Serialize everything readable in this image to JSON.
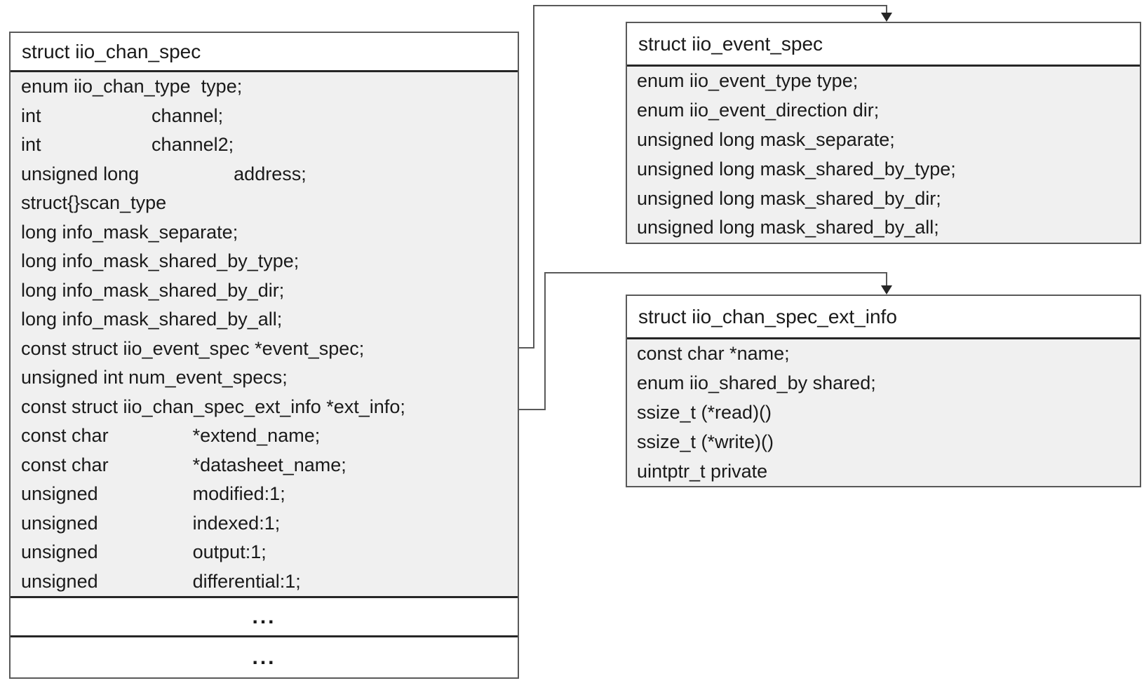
{
  "boxes": [
    {
      "id": "iio_chan_spec",
      "title": "struct iio_chan_spec",
      "fields": [
        "enum iio_chan_type  type;",
        "int                     channel;",
        "int                     channel2;",
        "unsigned long                  address;",
        "struct{}scan_type",
        "long info_mask_separate;",
        "long info_mask_shared_by_type;",
        "long info_mask_shared_by_dir;",
        "long info_mask_shared_by_all;",
        "const struct iio_event_spec *event_spec;",
        "unsigned int num_event_specs;",
        "const struct iio_chan_spec_ext_info *ext_info;",
        "const char                *extend_name;",
        "const char                *datasheet_name;",
        "unsigned                  modified:1;",
        "unsigned                  indexed:1;",
        "unsigned                  output:1;",
        "unsigned                  differential:1;"
      ],
      "ellipsis_sections": [
        "...",
        "..."
      ]
    },
    {
      "id": "iio_event_spec",
      "title": "struct iio_event_spec",
      "fields": [
        "enum iio_event_type type;",
        "enum iio_event_direction dir;",
        "unsigned long mask_separate;",
        "unsigned long mask_shared_by_type;",
        "unsigned long mask_shared_by_dir;",
        "unsigned long mask_shared_by_all;"
      ]
    },
    {
      "id": "iio_chan_spec_ext_info",
      "title": "struct iio_chan_spec_ext_info",
      "fields": [
        "const char *name;",
        "enum iio_shared_by shared;",
        "ssize_t (*read)()",
        "ssize_t (*write)()",
        "uintptr_t private"
      ]
    }
  ],
  "connectors": [
    {
      "from": "iio_chan_spec.event_spec",
      "to": "iio_event_spec"
    },
    {
      "from": "iio_chan_spec.ext_info",
      "to": "iio_chan_spec_ext_info"
    }
  ],
  "colors": {
    "body_fill": "#f0f0f0",
    "header_fill": "#ffffff",
    "outer_border": "#595959",
    "separator": "#262626",
    "connector": "#595959",
    "text": "#1a1a1a"
  }
}
